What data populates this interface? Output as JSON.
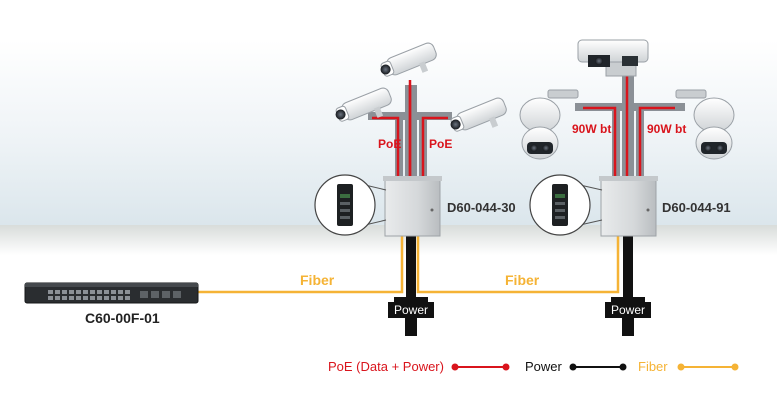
{
  "devices": {
    "switch_label": "C60-00F-01",
    "enclosure_1_label": "D60-044-30",
    "enclosure_2_label": "D60-044-91"
  },
  "links": {
    "fiber_1": "Fiber",
    "fiber_2": "Fiber",
    "poe_left": "PoE",
    "poe_right": "PoE",
    "bt_left": "90W bt",
    "bt_right": "90W bt",
    "power_1": "Power",
    "power_2": "Power"
  },
  "legend": {
    "poe": "PoE (Data + Power)",
    "power": "Power",
    "fiber": "Fiber"
  },
  "colors": {
    "poe": "#d9141c",
    "power": "#111111",
    "fiber": "#f5b335"
  }
}
